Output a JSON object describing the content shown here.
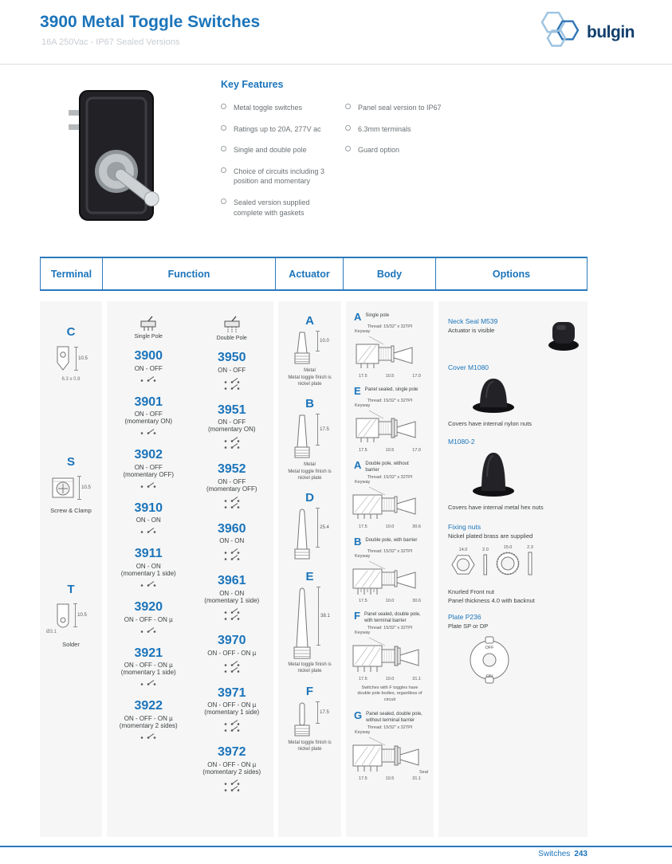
{
  "header": {
    "title": "3900 Metal Toggle Switches",
    "subtitle": "16A 250Vac - IP67 Sealed Versions",
    "brand": "bulgin"
  },
  "key_features": {
    "title": "Key Features",
    "col1": [
      "Metal toggle switches",
      "Ratings up to 20A, 277V ac",
      "Single and double pole",
      "Choice of circuits including 3 position and momentary",
      "Sealed version supplied complete with gaskets"
    ],
    "col2": [
      "Panel seal version to IP67",
      "6.3mm terminals",
      "Guard option"
    ]
  },
  "table_headers": {
    "terminal": "Terminal",
    "function": "Function",
    "actuator": "Actuator",
    "body": "Body",
    "options": "Options"
  },
  "terminal": {
    "items": [
      {
        "letter": "C",
        "dim": "10.5",
        "caption": "6.3 x 0.8",
        "dia": ""
      },
      {
        "letter": "S",
        "dim": "10.5",
        "caption": "Screw & Clamp",
        "dia": ""
      },
      {
        "letter": "T",
        "dim": "10.5",
        "caption": "Solder",
        "dia": "Ø3.1"
      }
    ]
  },
  "function": {
    "single_pole_label": "Single Pole",
    "double_pole_label": "Double Pole",
    "rows": [
      {
        "sp": "3900",
        "dp": "3950",
        "desc": "ON - OFF",
        "note": ""
      },
      {
        "sp": "3901",
        "dp": "3951",
        "desc": "ON - OFF",
        "note": "(momentary ON)"
      },
      {
        "sp": "3902",
        "dp": "3952",
        "desc": "ON - OFF",
        "note": "(momentary OFF)"
      },
      {
        "sp": "3910",
        "dp": "3960",
        "desc": "ON - ON",
        "note": ""
      },
      {
        "sp": "3911",
        "dp": "3961",
        "desc": "ON - ON",
        "note": "(momentary 1 side)"
      },
      {
        "sp": "3920",
        "dp": "3970",
        "desc": "ON - OFF - ON µ",
        "note": ""
      },
      {
        "sp": "3921",
        "dp": "3971",
        "desc": "ON - OFF - ON µ",
        "note": "(momentary 1 side)"
      },
      {
        "sp": "3922",
        "dp": "3972",
        "desc": "ON - OFF - ON µ",
        "note": "(momentary 2 sides)"
      }
    ]
  },
  "actuator": {
    "items": [
      {
        "letter": "A",
        "dim": "10.0",
        "material": "Metal",
        "caption": "Metal toggle finish is nickel plate"
      },
      {
        "letter": "B",
        "dim": "17.5",
        "material": "Metal",
        "caption": "Metal toggle finish is nickel plate"
      },
      {
        "letter": "D",
        "dim": "25.4",
        "material": "",
        "caption": ""
      },
      {
        "letter": "E",
        "dim": "38.1",
        "material": "",
        "caption": "Metal toggle finish is nickel plate"
      },
      {
        "letter": "F",
        "dim": "17.5",
        "material": "",
        "caption": "Metal toggle finish is nickel plate"
      }
    ]
  },
  "body": {
    "items": [
      {
        "letter": "A",
        "desc": "Single pole",
        "thread": "Thread: 15/32\" x 32TPI",
        "keyway": "Keyway",
        "dims": [
          "17.5",
          "10.5",
          "17.0"
        ],
        "note": "",
        "seal": ""
      },
      {
        "letter": "E",
        "desc": "Panel sealed, single pole",
        "thread": "Thread: 15/32\" x 32TPI",
        "keyway": "Keyway",
        "dims": [
          "17.5",
          "10.5",
          "17.0"
        ],
        "note": "",
        "seal": ""
      },
      {
        "letter": "A",
        "desc": "Double pole, without barrier",
        "thread": "Thread: 15/32\" x 32TPI",
        "keyway": "Keyway",
        "dims": [
          "17.5",
          "10.0",
          "30.6"
        ],
        "note": "",
        "seal": ""
      },
      {
        "letter": "B",
        "desc": "Double pole, with barrier",
        "thread": "Thread: 15/32\" x 32TPI",
        "keyway": "Keyway",
        "dims": [
          "17.5",
          "10.0",
          "30.6"
        ],
        "note": "",
        "seal": ""
      },
      {
        "letter": "F",
        "desc": "Panel sealed, double pole, with terminal barrier",
        "thread": "Thread: 15/32\" x 32TPI",
        "keyway": "Keyway",
        "dims": [
          "17.5",
          "10.0",
          "31.1"
        ],
        "note": "Switches with F toggles have double pole bodies, regardless of circuit",
        "seal": ""
      },
      {
        "letter": "G",
        "desc": "Panel sealed, double pole, without terminal barrier",
        "thread": "Thread: 15/32\" x 32TPI",
        "keyway": "Keyway",
        "dims": [
          "17.5",
          "10.5",
          "31.1"
        ],
        "note": "",
        "seal": "Seal"
      }
    ]
  },
  "options": {
    "neck_seal_title": "Neck Seal M539",
    "neck_seal_caption": "Actuator is visible",
    "cover_title": "Cover M1080",
    "cover_caption": "Covers have internal nylon nuts",
    "cover2_title": "M1080-2",
    "cover2_caption": "Covers have internal metal hex nuts",
    "fixing_title": "Fixing nuts",
    "fixing_caption": "Nickel plated brass are supplied",
    "fixing_dims": [
      "14.0",
      "2.0",
      "15.0",
      "2.3"
    ],
    "knurled_line1": "Knurled Front nut",
    "knurled_line2": "Panel thickness 4.0 with backnut",
    "plate_title": "Plate P236",
    "plate_caption": "Plate SP or DP",
    "plate_off": "OFF",
    "plate_on": "ON"
  },
  "footer": {
    "label": "Switches",
    "page": "243"
  }
}
